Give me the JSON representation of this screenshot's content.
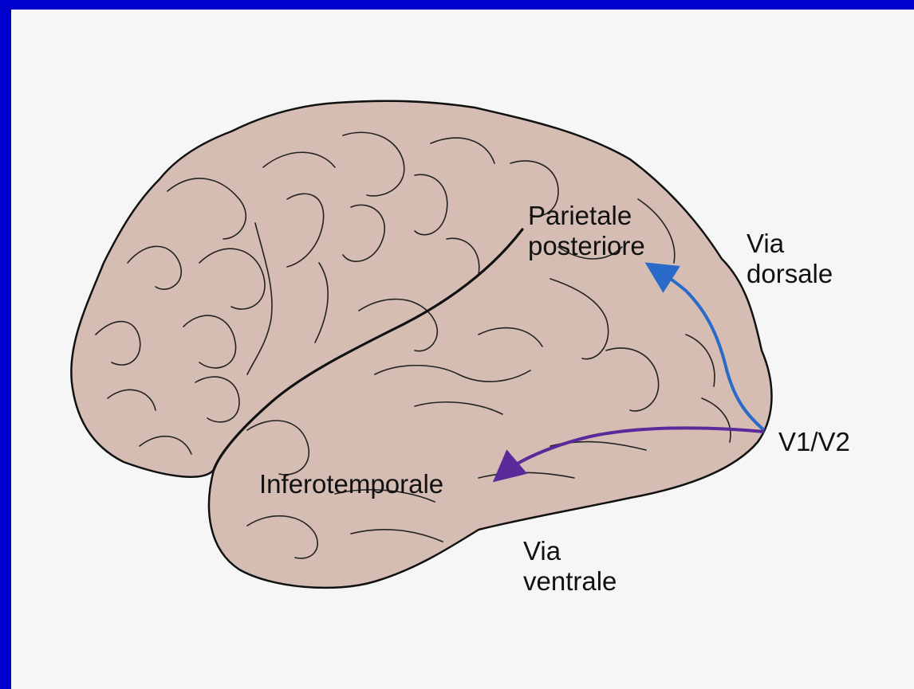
{
  "labels": {
    "parietal_line1": "Parietale",
    "parietal_line2": "posteriore",
    "dorsal_line1": "Via",
    "dorsal_line2": "dorsale",
    "v1v2": "V1/V2",
    "inferotemporal": "Inferotemporale",
    "ventral_line1": "Via",
    "ventral_line2": "ventrale"
  },
  "colors": {
    "frame": "#0000cc",
    "background": "#f6f6f6",
    "brain_fill": "#d5bdb3",
    "outline": "#111111",
    "dorsal_arrow": "#2a6ac8",
    "ventral_arrow": "#5a2a9a"
  }
}
